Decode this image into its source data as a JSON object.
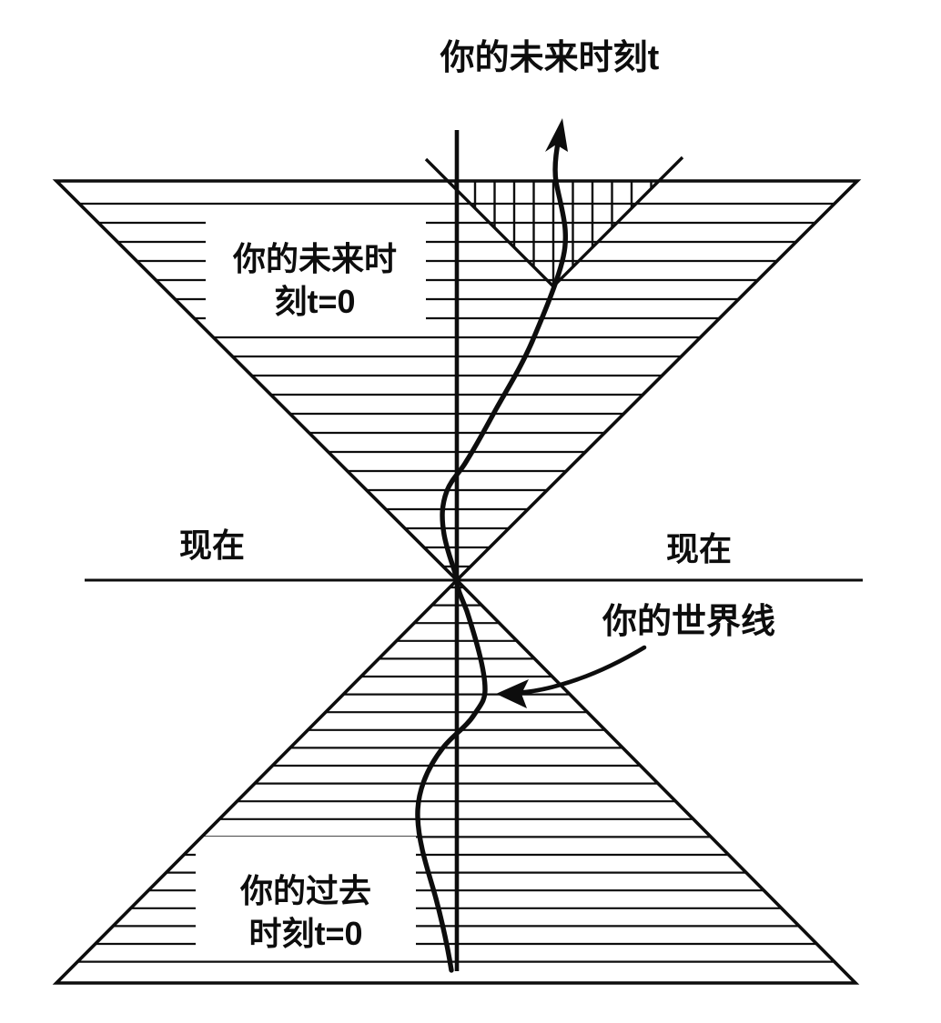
{
  "figure": {
    "title": "你的未来时刻t",
    "upper_cone_label": {
      "line1": "你的未来时",
      "line2": "刻t=0"
    },
    "now_label_left": "现在",
    "now_label_right": "现在",
    "worldline_label": "你的世界线",
    "lower_cone_label": {
      "line1": "你的过去",
      "line2": "时刻t=0"
    },
    "ink_color": "#0d0d0d",
    "background_color": "#ffffff"
  }
}
